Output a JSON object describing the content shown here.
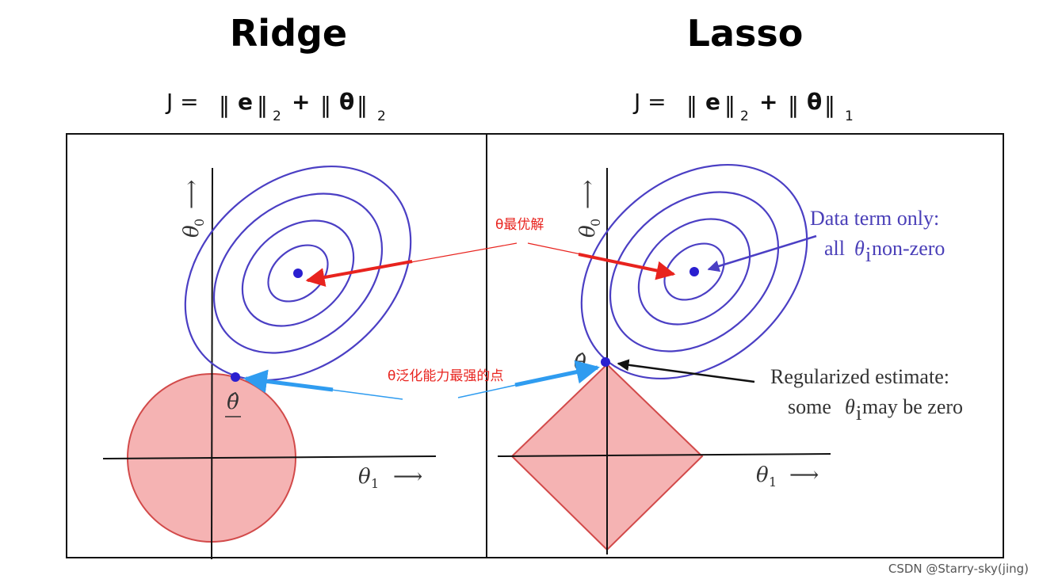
{
  "ridge": {
    "title": "Ridge",
    "equation": {
      "lhs": "J = ",
      "term1": "e",
      "sub1": "2",
      "plus": " + ",
      "term2": "θ",
      "sub2": "2"
    }
  },
  "lasso": {
    "title": "Lasso",
    "equation": {
      "lhs": "J = ",
      "term1": "e",
      "sub1": "2",
      "plus": " + ",
      "term2": "θ",
      "sub2": "1"
    }
  },
  "axes": {
    "theta0": "θ",
    "theta0_sub": "0",
    "theta1": "θ",
    "theta1_sub": "1",
    "theta_hat": "θ̂"
  },
  "annotations": {
    "data_term_line1": "Data term only:",
    "data_term_line2_pre": "all ",
    "data_term_line2_theta": "θ",
    "data_term_line2_sub": "i",
    "data_term_line2_post": " non-zero",
    "regularized_line1": "Regularized estimate:",
    "regularized_line2_pre": "some ",
    "regularized_line2_theta": "θ",
    "regularized_line2_sub": "i",
    "regularized_line2_post": " may be zero",
    "optimal_solution": "θ最优解",
    "best_generalization": "θ泛化能力最强的点"
  },
  "watermark": "CSDN @Starry-sky(jing)",
  "colors": {
    "contour": "#4b3fc4",
    "center_dot": "#2a1fd0",
    "constraint_fill": "#f5b3b3",
    "constraint_stroke": "#d24a4a",
    "red_arrow": "#e8231e",
    "blue_arrow": "#2f9cf0",
    "frame": "#111111"
  }
}
